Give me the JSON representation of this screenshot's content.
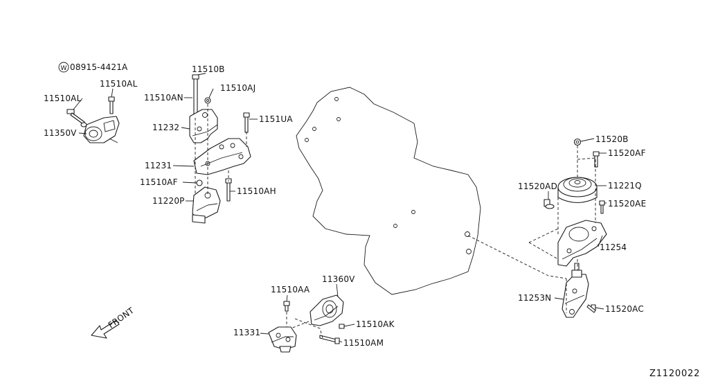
{
  "labels": {
    "p08915": "08915-4421A",
    "p11510AL_a": "11510AL",
    "p11510AL_b": "11510AL",
    "p11350V": "11350V",
    "p11510B": "11510B",
    "p11510AN": "11510AN",
    "p11510AJ": "11510AJ",
    "p11232": "11232",
    "p1151UA": "1151UA",
    "p11231": "11231",
    "p11510AF": "11510AF",
    "p11510AH": "11510AH",
    "p11220P": "11220P",
    "p11520B": "11520B",
    "p11520AF": "11520AF",
    "p11520AD": "11520AD",
    "p11221Q": "11221Q",
    "p11520AE": "11520AE",
    "p11254": "11254",
    "p11253N": "11253N",
    "p11520AC": "11520AC",
    "p11510AA": "11510AA",
    "p11360V": "11360V",
    "p11510AK": "11510AK",
    "p11331": "11331",
    "p11510AM": "11510AM"
  },
  "washer_symbol": "W",
  "front_label": "FRONT",
  "diagram_ref": "Z1120022"
}
